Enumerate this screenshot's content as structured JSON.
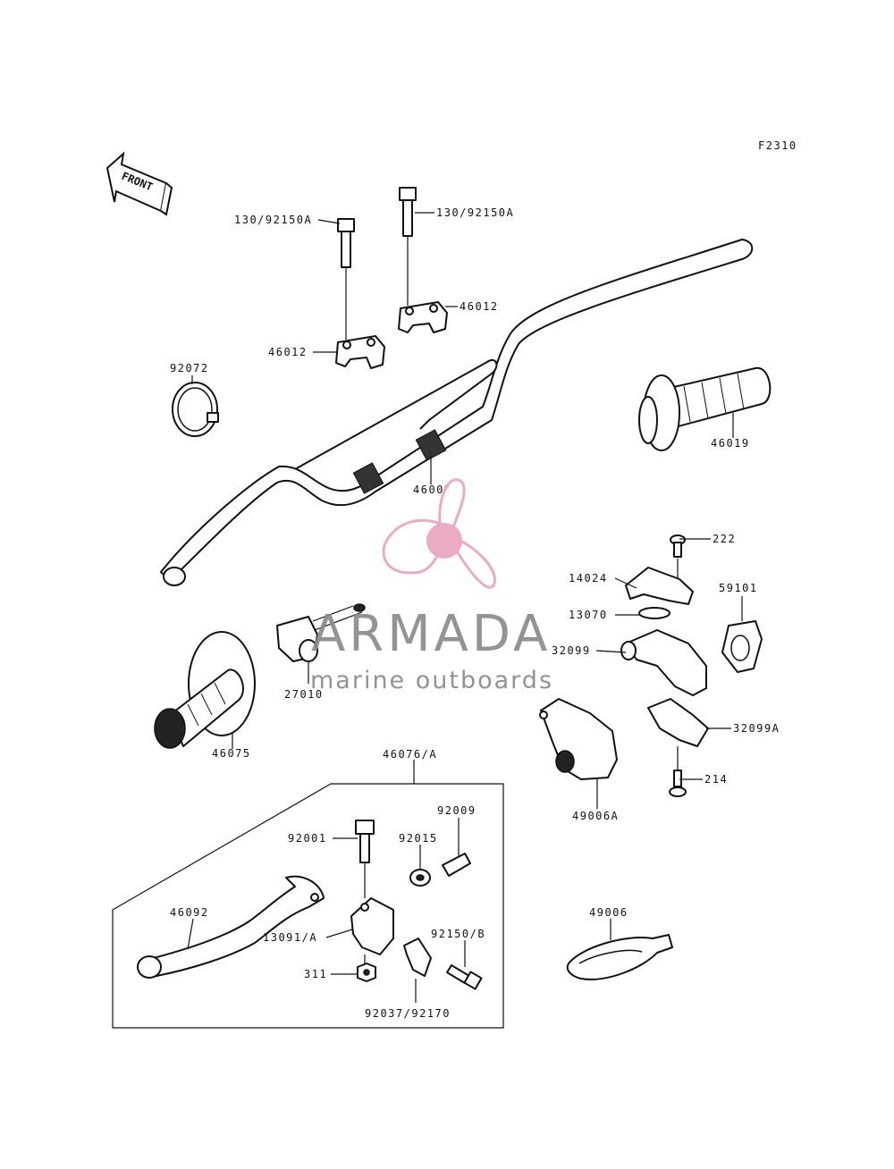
{
  "diagram_code": "F2310",
  "front_arrow_label": "FRONT",
  "labels": {
    "bolt_130_92150A_top": "130/92150A",
    "bolt_130_92150A_left": "130/92150A",
    "holder_46012_right": "46012",
    "holder_46012_left": "46012",
    "clamp_92072": "92072",
    "grip_46019": "46019",
    "handlebar_46003": "46003",
    "screw_222": "222",
    "plate_14024": "14024",
    "band_13070": "13070",
    "cover_59101": "59101",
    "case_32099": "32099",
    "switch_27010": "27010",
    "grip_46075": "46075",
    "case_32099A": "32099A",
    "screw_214": "214",
    "guard_49006A": "49006A",
    "lever_assy_46076A": "46076/A",
    "bolt_92001": "92001",
    "adjuster_92009": "92009",
    "nut_92015": "92015",
    "lever_46092": "46092",
    "holder_13091A": "13091/A",
    "bolt_92150B": "92150/B",
    "nut_311": "311",
    "clamp_92037_92170": "92037/92170",
    "cover_49006": "49006"
  },
  "watermark": {
    "brand": "ARMADA",
    "tagline": "marine outboards",
    "logo_color": "#e8a2bf",
    "text_color": "#8a8a8a"
  }
}
